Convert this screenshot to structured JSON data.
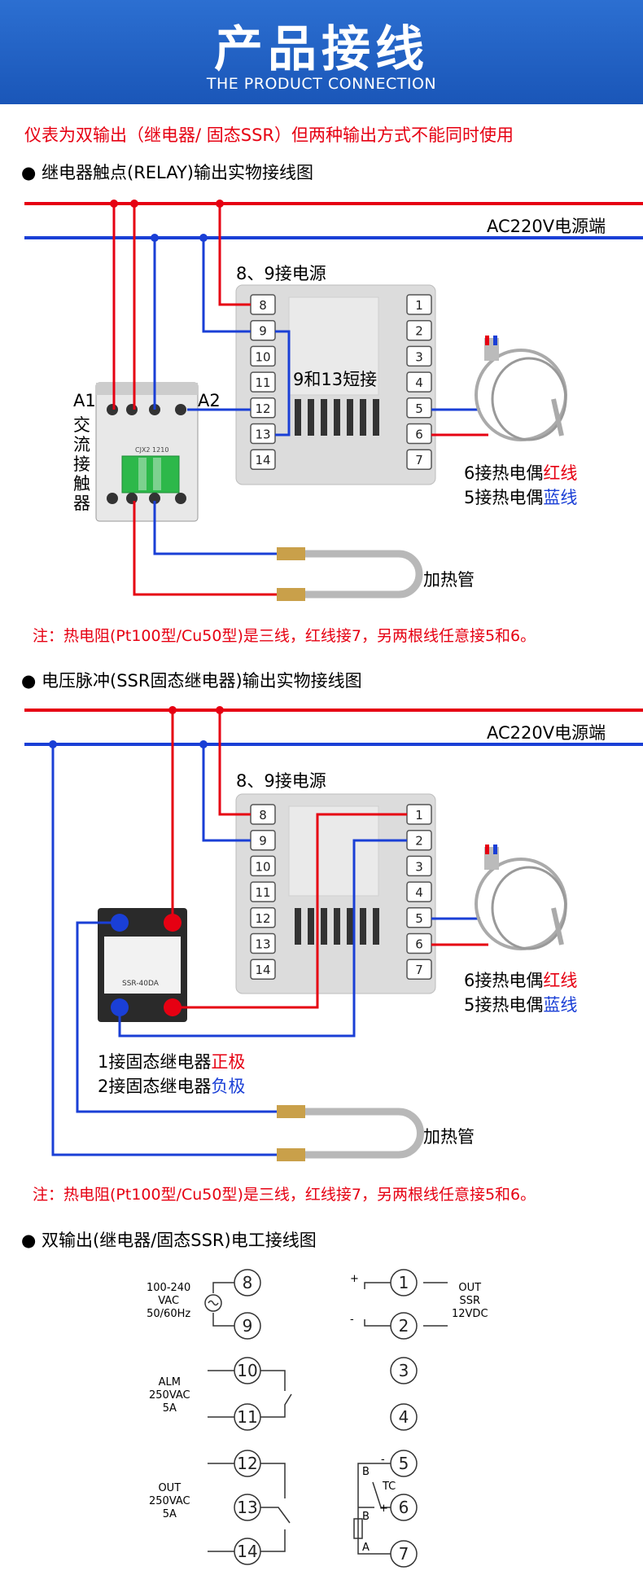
{
  "header": {
    "title": "产品接线",
    "subtitle": "THE PRODUCT CONNECTION"
  },
  "warning": "仪表为双输出（继电器/ 固态SSR）但两种输出方式不能同时使用",
  "section1": {
    "heading": "继电器触点(RELAY)输出实物接线图",
    "power_label": "AC220V电源端",
    "power_terminals_note": "8、9接电源",
    "short_note": "9和13短接",
    "a1": "A1",
    "a2": "A2",
    "contactor_label": "交流接触器",
    "contactor_model": "CJX2 1210",
    "tc_red_prefix": "6接热电偶",
    "tc_red_word": "红线",
    "tc_blue_prefix": "5接热电偶",
    "tc_blue_word": "蓝线",
    "heater": "加热管",
    "note": "注：热电阻(Pt100型/Cu50型)是三线，红线接7，另两根线任意接5和6。"
  },
  "section2": {
    "heading": "电压脉冲(SSR固态继电器)输出实物接线图",
    "power_label": "AC220V电源端",
    "power_terminals_note": "8、9接电源",
    "ssr_model": "SSR-40DA",
    "ssr_pos_prefix": "1接固态继电器",
    "ssr_pos_word": "正极",
    "ssr_neg_prefix": "2接固态继电器",
    "ssr_neg_word": "负极",
    "tc_red_prefix": "6接热电偶",
    "tc_red_word": "红线",
    "tc_blue_prefix": "5接热电偶",
    "tc_blue_word": "蓝线",
    "heater": "加热管",
    "note": "注：热电阻(Pt100型/Cu50型)是三线，红线接7，另两根线任意接5和6。"
  },
  "section3": {
    "heading": "双输出(继电器/固态SSR)电工接线图",
    "power_label": [
      "100-240",
      "VAC",
      "50/60Hz"
    ],
    "alm_label": [
      "ALM",
      "250VAC",
      "5A"
    ],
    "out_label": [
      "OUT",
      "250VAC",
      "5A"
    ],
    "ssr_label": [
      "OUT",
      "SSR",
      "12VDC"
    ],
    "plus": "+",
    "minus": "-",
    "tc": "TC",
    "b1": "B",
    "b2": "B",
    "a": "A",
    "plus2": "+",
    "minus2": "-"
  },
  "terminals_left": [
    "8",
    "9",
    "10",
    "11",
    "12",
    "13",
    "14"
  ],
  "terminals_right": [
    "1",
    "2",
    "3",
    "4",
    "5",
    "6",
    "7"
  ],
  "colors": {
    "red": "#e60012",
    "blue": "#1a3fd6",
    "header": "#1f5fc4"
  }
}
